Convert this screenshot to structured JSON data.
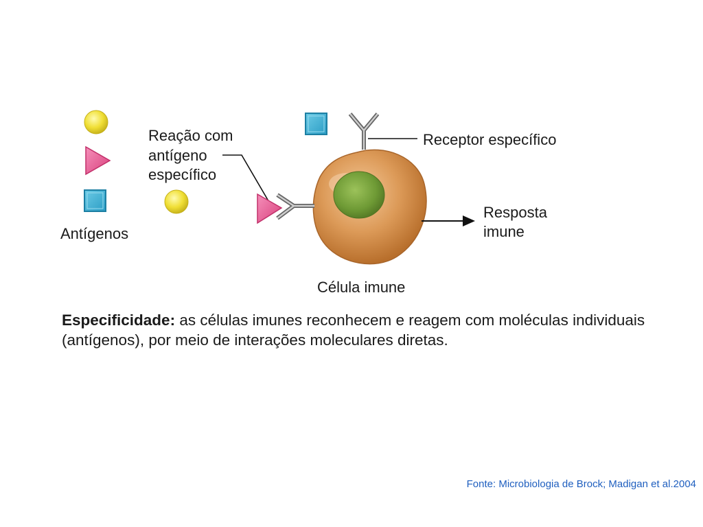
{
  "diagram": {
    "antigens_label": "Antígenos",
    "reaction_label_lines": [
      "Reação com",
      "antígeno",
      "específico"
    ],
    "receptor_label": "Receptor específico",
    "response_label_lines": [
      "Resposta",
      "imune"
    ],
    "cell_label": "Célula imune"
  },
  "caption": {
    "term": "Especificidade:",
    "text": " as células imunes reconhecem e reagem com moléculas individuais (antígenos), por meio de interações moleculares diretas."
  },
  "source": "Fonte: Microbiologia de Brock; Madigan et al.2004",
  "colors": {
    "antigen_circle": "#f2e23a",
    "antigen_triangle": "#ec5a95",
    "antigen_square": "#3fb3d6",
    "cell_body": "#d18a4a",
    "nucleus": "#6e9a35",
    "receptor": "#8a8a8a",
    "source_text": "#1f5fbf"
  }
}
